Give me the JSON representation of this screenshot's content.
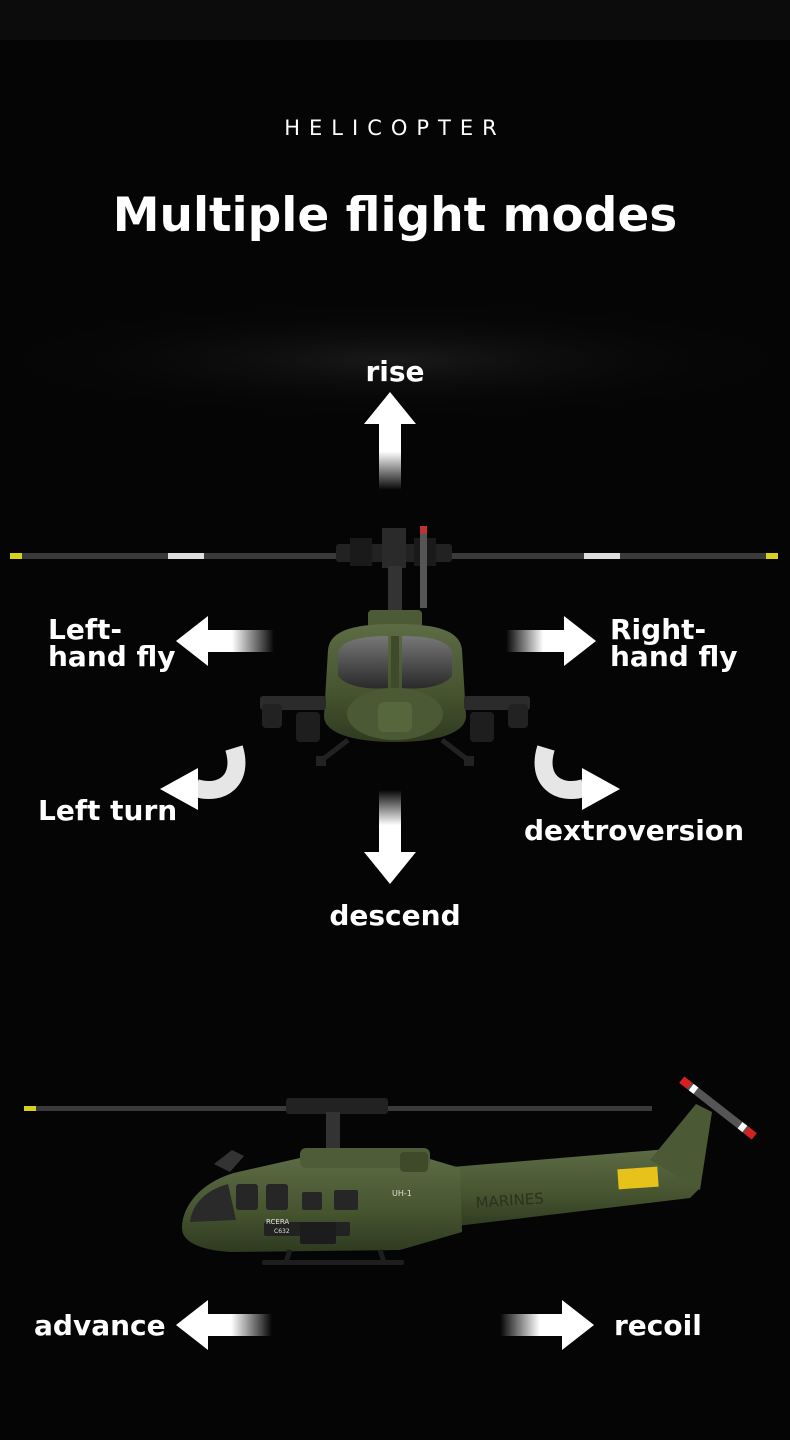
{
  "header": {
    "eyebrow": "HELICOPTER",
    "title": "Multiple flight modes"
  },
  "front_view": {
    "labels": {
      "rise": "rise",
      "left_hand_fly_line1": "Left-",
      "left_hand_fly_line2": "hand fly",
      "right_hand_fly_line1": "Right-",
      "right_hand_fly_line2": "hand fly",
      "left_turn": "Left turn",
      "dextroversion": "dextroversion",
      "descend": "descend"
    }
  },
  "side_view": {
    "labels": {
      "advance": "advance",
      "recoil": "recoil"
    },
    "markings": {
      "tail_text": "MARINES",
      "model_text": "UH-1",
      "brand_text": "RCERA",
      "code_text": "C632"
    }
  },
  "colors": {
    "background": "#050505",
    "body_green": "#4a5a35",
    "text": "#ffffff",
    "tail_warning": "#e6c21a",
    "tail_rotor_red": "#d42020"
  }
}
